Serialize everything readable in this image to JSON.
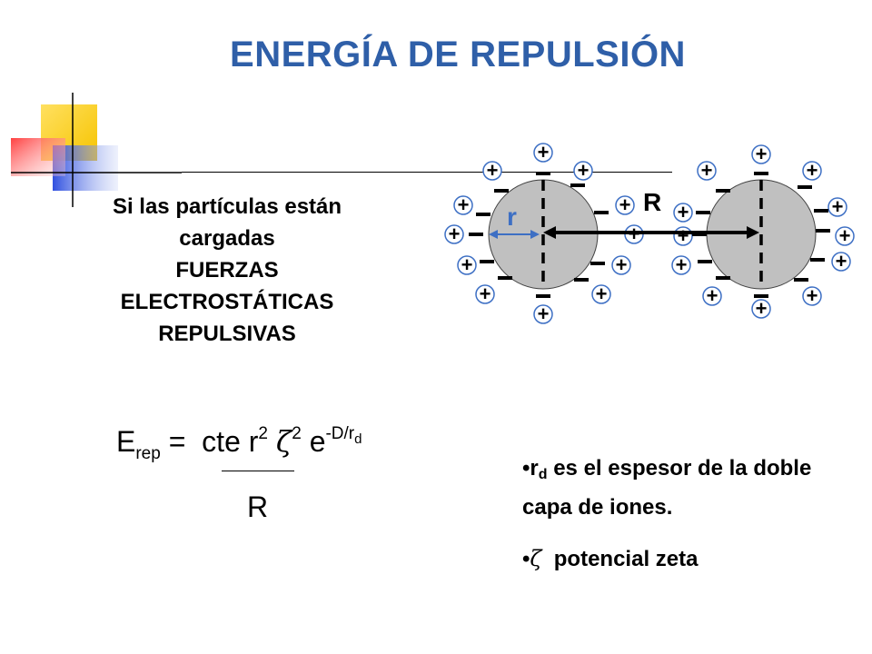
{
  "title": "ENERGÍA DE REPULSIÓN",
  "left_text": {
    "line1": "Si las partículas están",
    "line2": "cargadas",
    "line3": "FUERZAS",
    "line4": "ELECTROSTÁTICAS",
    "line5": "REPULSIVAS"
  },
  "diagram": {
    "plus": "+",
    "minus": "-",
    "radius_label": "r",
    "distance_label": "R",
    "colors": {
      "particle": "#c0c0c0",
      "plus": "#3d6fc4",
      "radius": "#3d6fc4",
      "distance": "#000000"
    }
  },
  "formula": {
    "E": "E",
    "rep": "rep",
    "equals": "=",
    "cte_r": "cte r",
    "two_a": "2",
    "zeta": "ζ",
    "two_b": "2",
    "e": "e",
    "exp_main": "-D/r",
    "exp_sub": "d",
    "denominator": "R"
  },
  "bullets": {
    "b1_bullet": "•",
    "b1_r": "r",
    "b1_sub": "d",
    "b1_text": " es el espesor de la doble capa de iones.",
    "b2_bullet": "•",
    "b2_zeta": "ζ",
    "b2_text": "  potencial zeta"
  }
}
